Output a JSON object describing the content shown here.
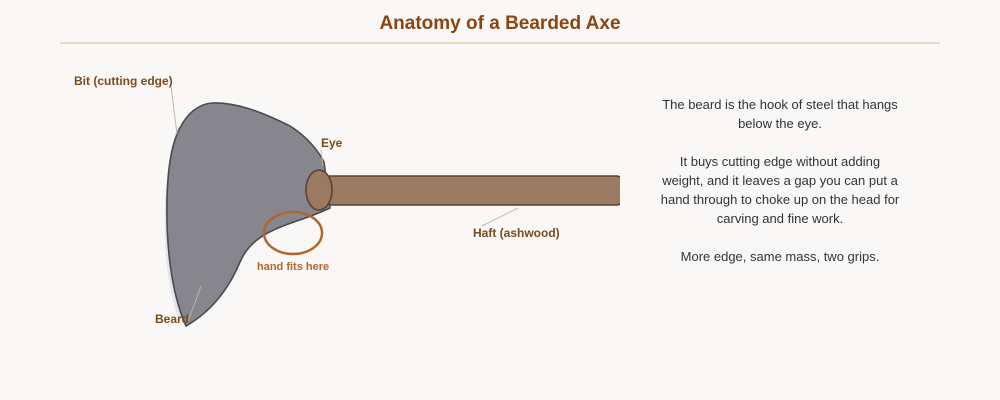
{
  "title": "Anatomy of a Bearded Axe",
  "labels": {
    "bit": "Bit (cutting edge)",
    "eye": "Eye",
    "haft": "Haft (ashwood)",
    "beard": "Beard",
    "hand_hint": "hand fits here"
  },
  "description": {
    "p1": "The beard is the hook of steel that hangs below the eye.",
    "p2": "It buys cutting edge without adding weight, and it leaves a gap you can put a hand through to choke up on the head for carving and fine work.",
    "p3": "More edge, same mass, two grips."
  },
  "colors": {
    "title": "#8b4513",
    "head_fill": "#86868c",
    "haft_fill": "#9b7a62",
    "hand_ring": "#b5652a",
    "background": "#faf8f6"
  }
}
